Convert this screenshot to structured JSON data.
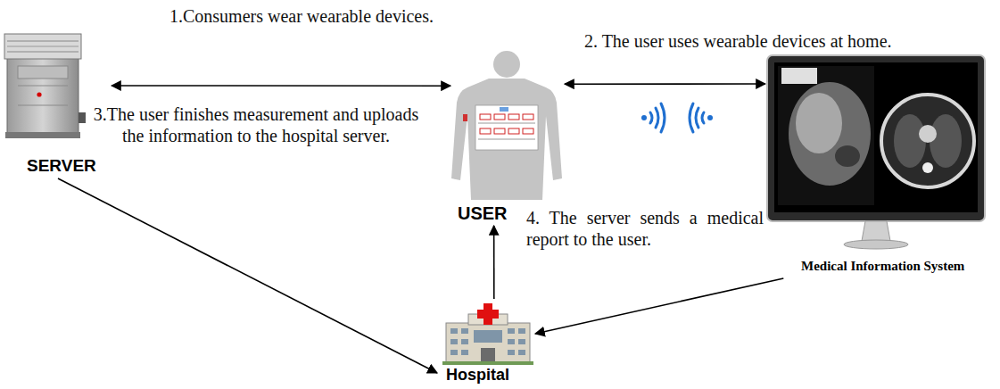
{
  "diagram": {
    "nodes": [
      {
        "text": [
          "SERVER"
        ]
      },
      {
        "text": [
          "USER"
        ]
      },
      {
        "text": [
          "Medical Information System"
        ]
      },
      {
        "text": [
          "Hospital"
        ]
      }
    ],
    "edges": [
      {
        "from": 0,
        "to": 1,
        "arrow": "both"
      },
      {
        "from": 1,
        "to": 2,
        "arrow": "both"
      },
      {
        "from": 0,
        "to": 3,
        "arrow": "to"
      },
      {
        "from": 3,
        "to": 1,
        "arrow": "to"
      },
      {
        "from": 2,
        "to": 3,
        "arrow": "to"
      }
    ],
    "labels": [
      "1.Consumers wear wearable devices.",
      "2. The user uses wearable devices at home.",
      "3.The user finishes measurement and uploads the information to the hospital server.",
      "4. The server sends a medical report to the user."
    ]
  }
}
